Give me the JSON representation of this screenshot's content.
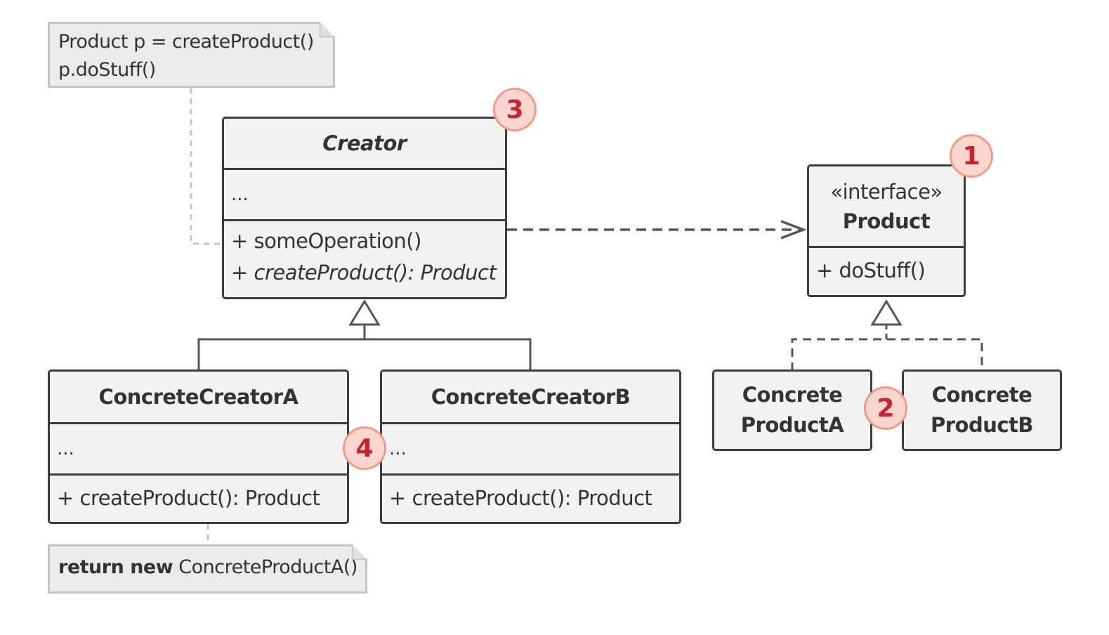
{
  "notes": {
    "client_line1": "Product p = createProduct()",
    "client_line2": "p.doStuff()",
    "return_keyword": "return new",
    "return_value": "ConcreteProductA()"
  },
  "creator": {
    "name": "Creator",
    "fields": "...",
    "op1": "+ someOperation()",
    "op2": "+ createProduct(): Product"
  },
  "product": {
    "stereotype": "«interface»",
    "name": "Product",
    "op1": "+ doStuff()"
  },
  "concrete_creator_a": {
    "name": "ConcreteCreatorA",
    "fields": "...",
    "op1": "+ createProduct(): Product"
  },
  "concrete_creator_b": {
    "name": "ConcreteCreatorB",
    "fields": "...",
    "op1": "+ createProduct(): Product"
  },
  "concrete_product_a": {
    "line1": "Concrete",
    "line2": "ProductA"
  },
  "concrete_product_b": {
    "line1": "Concrete",
    "line2": "ProductB"
  },
  "badges": [
    "1",
    "2",
    "3",
    "4"
  ],
  "colors": {
    "box_fill": "#f2f2f2",
    "box_stroke": "#3d3d3d",
    "note_fill": "#ebebeb",
    "note_stroke": "#c4c4c4",
    "badge_fill": "#fbd6cf",
    "badge_stroke": "#f29a8c",
    "badge_text": "#c8242f"
  }
}
